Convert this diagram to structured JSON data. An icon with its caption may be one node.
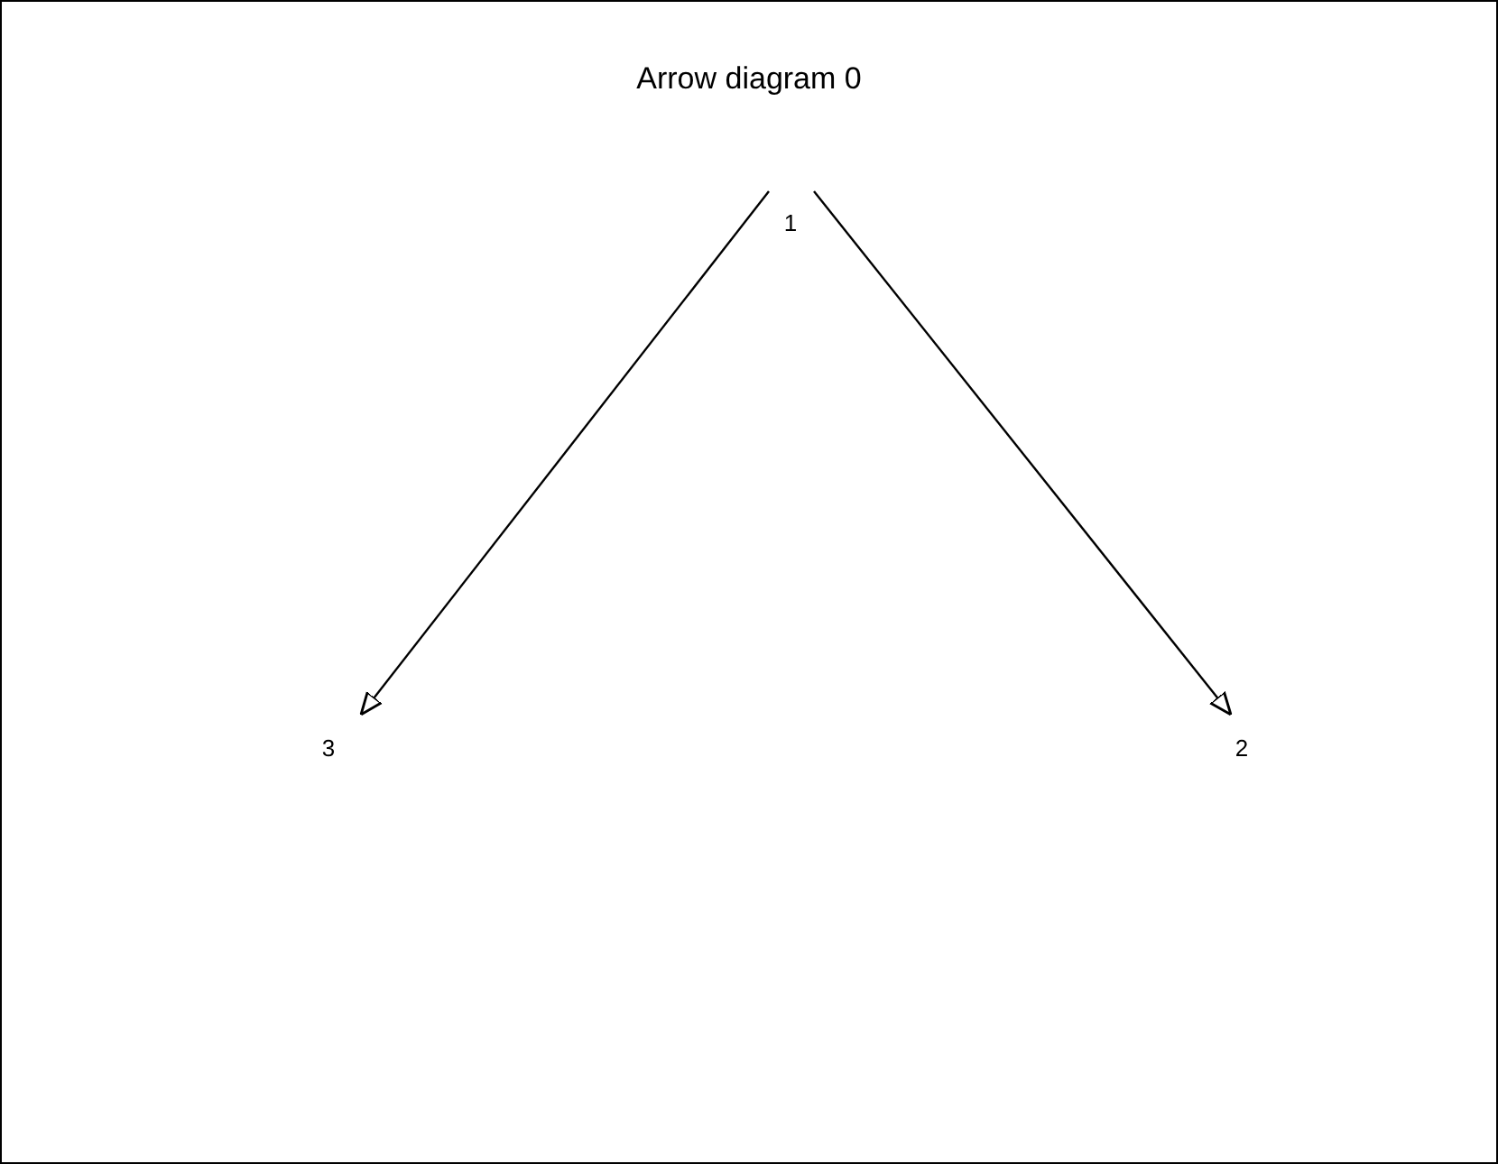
{
  "diagram": {
    "title": "Arrow diagram 0",
    "nodes": [
      {
        "text": [
          "1"
        ]
      },
      {
        "text": [
          "2"
        ]
      },
      {
        "text": [
          "3"
        ]
      }
    ],
    "edges": [
      {
        "from": 0,
        "to": 1,
        "arrow": "to"
      },
      {
        "from": 0,
        "to": 2,
        "arrow": "to"
      }
    ]
  }
}
